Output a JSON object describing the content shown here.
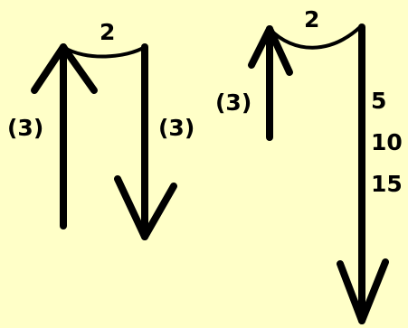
{
  "diagram": {
    "left": {
      "top_label": "2",
      "up_label": "(3)",
      "down_label": "(3)"
    },
    "right": {
      "top_label": "2",
      "up_label": "(3)",
      "down_labels": [
        "5",
        "10",
        "15"
      ]
    }
  },
  "colors": {
    "background": "#ffffc8",
    "ink": "#000000"
  }
}
